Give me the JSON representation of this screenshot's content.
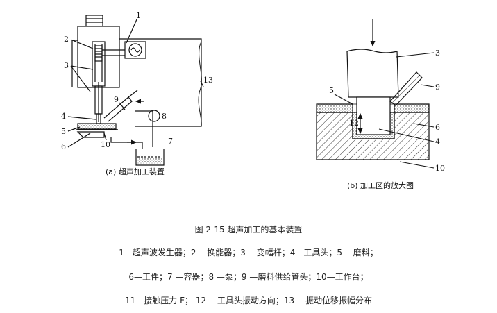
{
  "figure": {
    "a": {
      "caption": "(a)  超声加工装置",
      "labels": {
        "l1": "1",
        "l2": "2",
        "l3": "3",
        "l4": "4",
        "l5": "5",
        "l6": "6",
        "l7": "7",
        "l8": "8",
        "l9": "9",
        "l10": "10",
        "l13": "13"
      }
    },
    "b": {
      "caption": "(b)  加工区的放大图",
      "labels": {
        "l3": "3",
        "l4": "4",
        "l5": "5",
        "l6": "6",
        "l9": "9",
        "l10": "10",
        "l12": "12"
      }
    }
  },
  "title": "图 2-15 超声加工的基本装置",
  "legend": [
    "1—超声波发生器；2 —换能器；3 —变幅杆；4—工具头；5 —磨料；",
    "6—工件；7 —容器；8 —泵；9 —磨料供给管头；10—工作台；",
    "11—接触压力 F；  12 —工具头振动方向；13 —振动位移振幅分布"
  ]
}
